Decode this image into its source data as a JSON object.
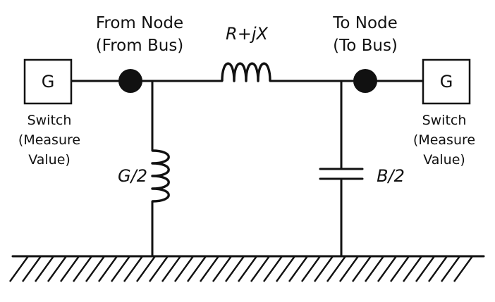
{
  "diagram": {
    "from_node": {
      "line1": "From Node",
      "line2": "(From Bus)"
    },
    "to_node": {
      "line1": "To Node",
      "line2": "(To Bus)"
    },
    "series_impedance": "R+jX",
    "shunt_conductance": "G/2",
    "shunt_susceptance": "B/2",
    "generator_left": {
      "label": "G",
      "caption": [
        "Switch",
        "(Measure",
        "Value)"
      ]
    },
    "generator_right": {
      "label": "G",
      "caption": [
        "Switch",
        "(Measure",
        "Value)"
      ]
    }
  }
}
